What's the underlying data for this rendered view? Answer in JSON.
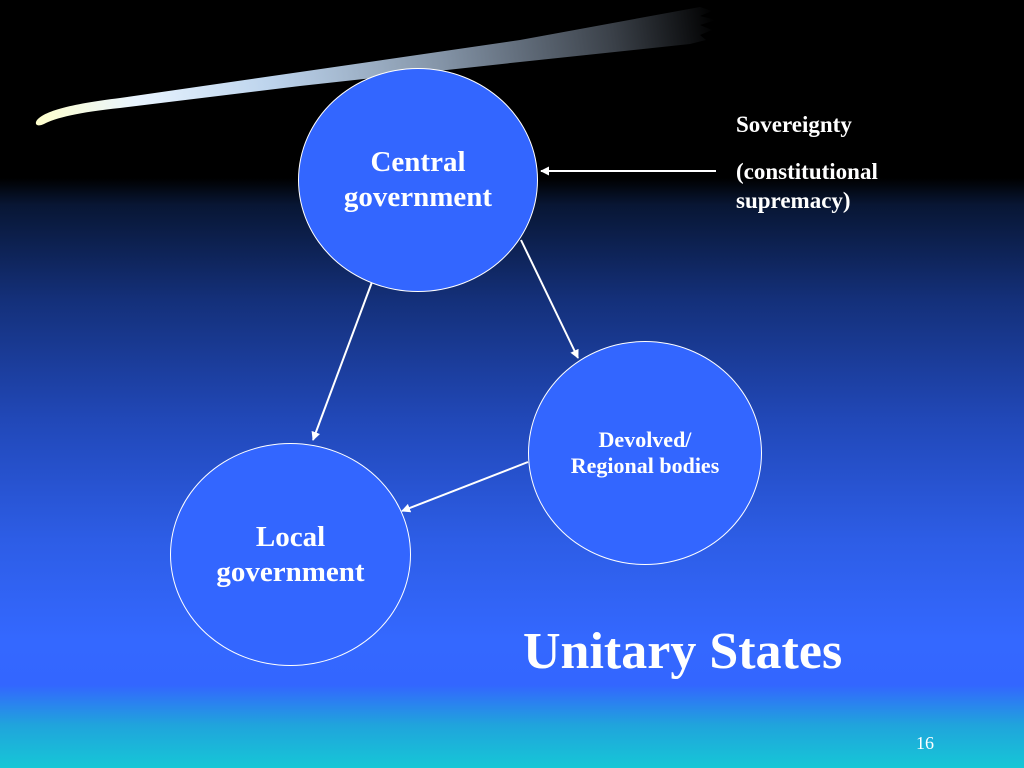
{
  "slide": {
    "title": "Unitary States",
    "page_number": "16"
  },
  "nodes": {
    "central": {
      "label_line1": "Central",
      "label_line2": "government"
    },
    "devolved": {
      "label_line1": "Devolved/",
      "label_line2": "Regional bodies"
    },
    "local": {
      "label_line1": "Local",
      "label_line2": "government"
    }
  },
  "annotation": {
    "line1": "Sovereignty",
    "line2": "(constitutional",
    "line3": "supremacy)"
  },
  "edges": [
    {
      "from": "annotation",
      "to": "central"
    },
    {
      "from": "central",
      "to": "devolved"
    },
    {
      "from": "central",
      "to": "local"
    },
    {
      "from": "devolved",
      "to": "local"
    }
  ],
  "colors": {
    "node_fill": "#3366ff",
    "node_border": "#ffffff",
    "text": "#ffffff",
    "background_top": "#000000",
    "background_mid": "#3366ff",
    "background_bottom": "#16c7d6"
  }
}
